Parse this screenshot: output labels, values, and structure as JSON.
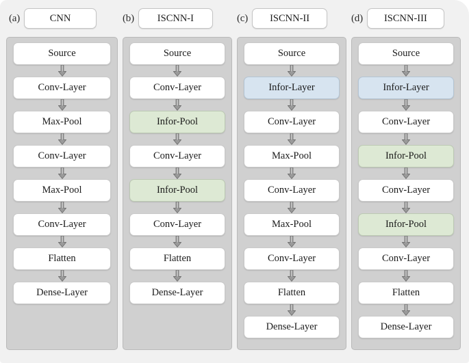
{
  "figure": {
    "caption_index_a": "(a)",
    "caption_index_b": "(b)",
    "caption_index_c": "(c)",
    "caption_index_d": "(d)",
    "background_color": "#f1f1f1",
    "panel_background_color": "#d0d0d0"
  },
  "colors": {
    "node_default": "#ffffff",
    "node_infor_pool": "#dde9d4",
    "node_infor_layer": "#d7e4f0",
    "panel_border": "#b9b9b9",
    "arrow": "#8c8c8c"
  },
  "legend": {
    "node_types": [
      {
        "name": "Source",
        "color": "#ffffff"
      },
      {
        "name": "Conv-Layer",
        "color": "#ffffff"
      },
      {
        "name": "Max-Pool",
        "color": "#ffffff"
      },
      {
        "name": "Flatten",
        "color": "#ffffff"
      },
      {
        "name": "Dense-Layer",
        "color": "#ffffff"
      },
      {
        "name": "Infor-Pool",
        "color": "#dde9d4"
      },
      {
        "name": "Infor-Layer",
        "color": "#d7e4f0"
      }
    ]
  },
  "panels": [
    {
      "index": "(a)",
      "title": "CNN",
      "nodes": [
        {
          "label": "Source",
          "type": "default"
        },
        {
          "label": "Conv-Layer",
          "type": "default"
        },
        {
          "label": "Max-Pool",
          "type": "default"
        },
        {
          "label": "Conv-Layer",
          "type": "default"
        },
        {
          "label": "Max-Pool",
          "type": "default"
        },
        {
          "label": "Conv-Layer",
          "type": "default"
        },
        {
          "label": "Flatten",
          "type": "default"
        },
        {
          "label": "Dense-Layer",
          "type": "default"
        }
      ]
    },
    {
      "index": "(b)",
      "title": "ISCNN-I",
      "nodes": [
        {
          "label": "Source",
          "type": "default"
        },
        {
          "label": "Conv-Layer",
          "type": "default"
        },
        {
          "label": "Infor-Pool",
          "type": "infor-pool"
        },
        {
          "label": "Conv-Layer",
          "type": "default"
        },
        {
          "label": "Infor-Pool",
          "type": "infor-pool"
        },
        {
          "label": "Conv-Layer",
          "type": "default"
        },
        {
          "label": "Flatten",
          "type": "default"
        },
        {
          "label": "Dense-Layer",
          "type": "default"
        }
      ]
    },
    {
      "index": "(c)",
      "title": "ISCNN-II",
      "nodes": [
        {
          "label": "Source",
          "type": "default"
        },
        {
          "label": "Infor-Layer",
          "type": "infor-layer"
        },
        {
          "label": "Conv-Layer",
          "type": "default"
        },
        {
          "label": "Max-Pool",
          "type": "default"
        },
        {
          "label": "Conv-Layer",
          "type": "default"
        },
        {
          "label": "Max-Pool",
          "type": "default"
        },
        {
          "label": "Conv-Layer",
          "type": "default"
        },
        {
          "label": "Flatten",
          "type": "default"
        },
        {
          "label": "Dense-Layer",
          "type": "default"
        }
      ]
    },
    {
      "index": "(d)",
      "title": "ISCNN-III",
      "nodes": [
        {
          "label": "Source",
          "type": "default"
        },
        {
          "label": "Infor-Layer",
          "type": "infor-layer"
        },
        {
          "label": "Conv-Layer",
          "type": "default"
        },
        {
          "label": "Infor-Pool",
          "type": "infor-pool"
        },
        {
          "label": "Conv-Layer",
          "type": "default"
        },
        {
          "label": "Infor-Pool",
          "type": "infor-pool"
        },
        {
          "label": "Conv-Layer",
          "type": "default"
        },
        {
          "label": "Flatten",
          "type": "default"
        },
        {
          "label": "Dense-Layer",
          "type": "default"
        }
      ]
    }
  ]
}
